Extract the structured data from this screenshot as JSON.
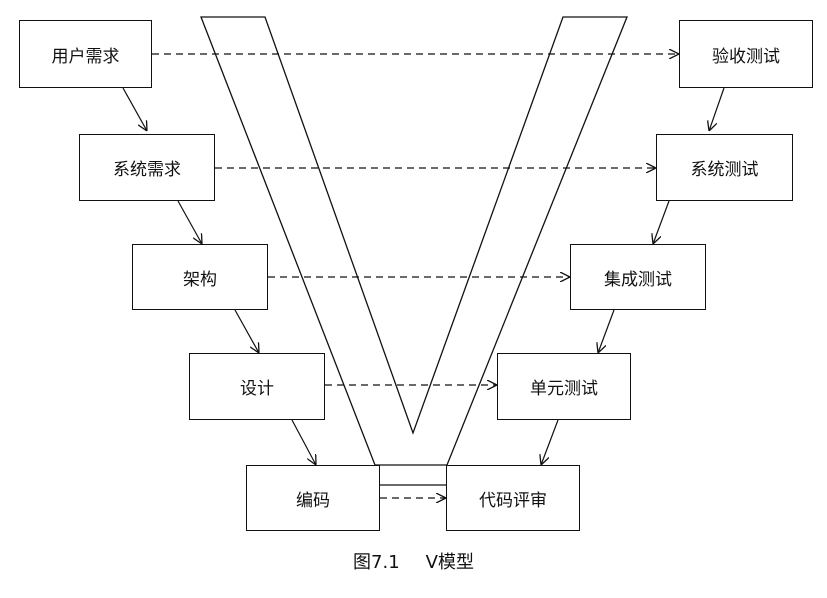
{
  "left_stages": [
    "用户需求",
    "系统需求",
    "架构",
    "设计",
    "编码"
  ],
  "right_stages": [
    "验收测试",
    "系统测试",
    "集成测试",
    "单元测试",
    "代码评审"
  ],
  "caption": {
    "number": "图7.1",
    "title": "V模型"
  }
}
